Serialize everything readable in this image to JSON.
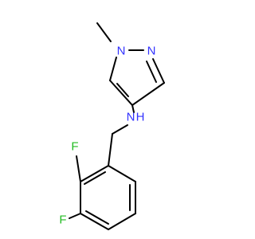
{
  "molecule": {
    "atoms": {
      "n1": {
        "symbol": "N",
        "color": "#3333ff"
      },
      "n2": {
        "symbol": "N",
        "color": "#3333ff"
      },
      "nh": {
        "symbol": "N",
        "color": "#3333ff"
      },
      "h": {
        "symbol": "H",
        "color": "#3333ff"
      },
      "f1": {
        "symbol": "F",
        "color": "#22bb22"
      },
      "f2": {
        "symbol": "F",
        "color": "#22bb22"
      }
    },
    "bond_color": "#000000"
  }
}
